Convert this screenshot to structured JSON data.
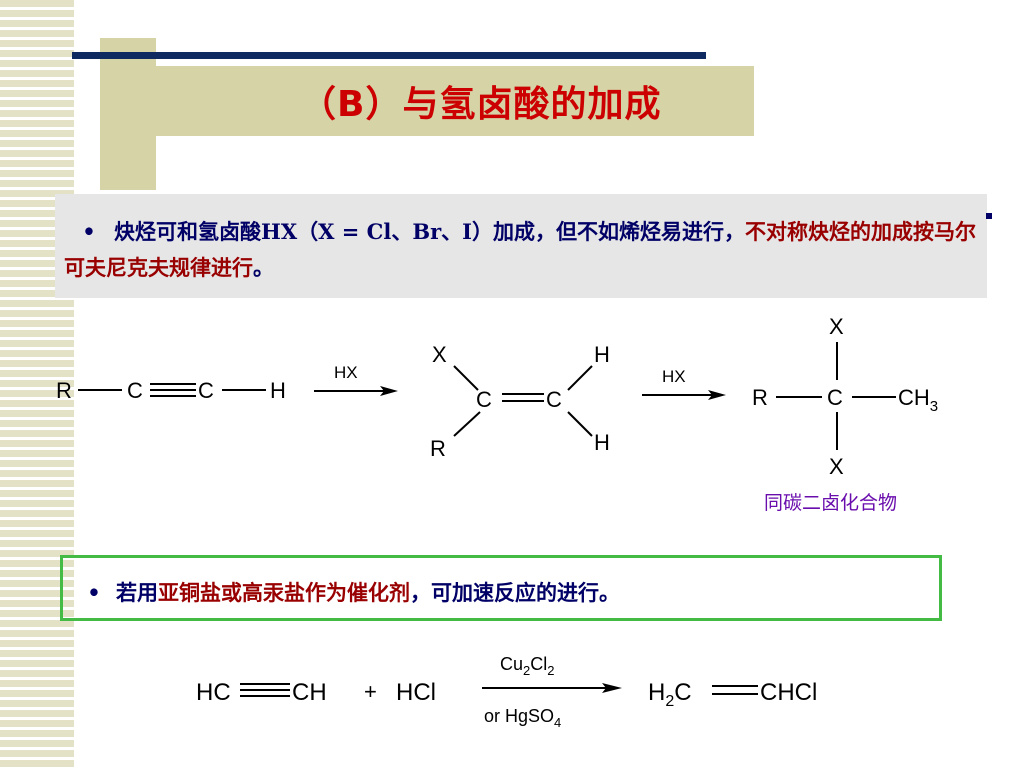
{
  "slide": {
    "title": "（B）与氢卤酸的加成",
    "bullet_symbol": "•",
    "bullet1": {
      "text_blue": "炔烃可和氢卤酸HX（X = Cl、Br、I）加成，但不如烯烃易进行，",
      "text_red": "不对称炔烃的加成按马尔可夫尼克夫规律进行",
      "text_end": "。"
    },
    "bullet2": {
      "text_pre": "若用",
      "text_red": "亚铜盐或高汞盐作为催化剂",
      "text_post": "，可加速反应的进行。"
    }
  },
  "reaction1": {
    "alkyne": {
      "r": "R",
      "c1": "C",
      "c2": "C",
      "h": "H"
    },
    "arrow1_label": "HX",
    "alkene": {
      "x": "X",
      "r": "R",
      "c1": "C",
      "c2": "C",
      "h_top": "H",
      "h_bottom": "H"
    },
    "arrow2_label": "HX",
    "product": {
      "x_top": "X",
      "r": "R",
      "c": "C",
      "ch": "CH",
      "ch_sub": "3",
      "x_bottom": "X"
    },
    "product_caption": "同碳二卤化合物",
    "caption_color": "#6a0dad"
  },
  "reaction2": {
    "reactant_left": "HC",
    "reactant_right": "CH",
    "plus": "+",
    "hcl": "HCl",
    "catalyst_top": {
      "cu": "Cu",
      "sub1": "2",
      "cl": "Cl",
      "sub2": "2"
    },
    "catalyst_bottom": {
      "or": "or  HgSO",
      "sub": "4"
    },
    "product_left": {
      "h": "H",
      "sub": "2",
      "c": "C"
    },
    "product_right": "CHCl"
  },
  "colors": {
    "title": "#cc0000",
    "text_blue": "#000066",
    "text_red": "#990000",
    "navy_rule": "#0e2a60",
    "olive": "#d6d3a6",
    "gray_box": "#e6e6e6",
    "green_border": "#44bb44"
  }
}
